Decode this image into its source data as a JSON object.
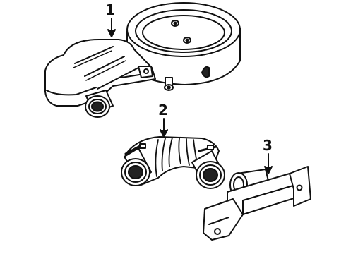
{
  "diagram": {
    "callouts": [
      {
        "label": "1",
        "part": "air-cleaner-assembly"
      },
      {
        "label": "2",
        "part": "intake-duct-elbow"
      },
      {
        "label": "3",
        "part": "mounting-bracket"
      }
    ],
    "colors": {
      "line": "#111111",
      "fill": "#ffffff",
      "shade": "#222222"
    }
  }
}
